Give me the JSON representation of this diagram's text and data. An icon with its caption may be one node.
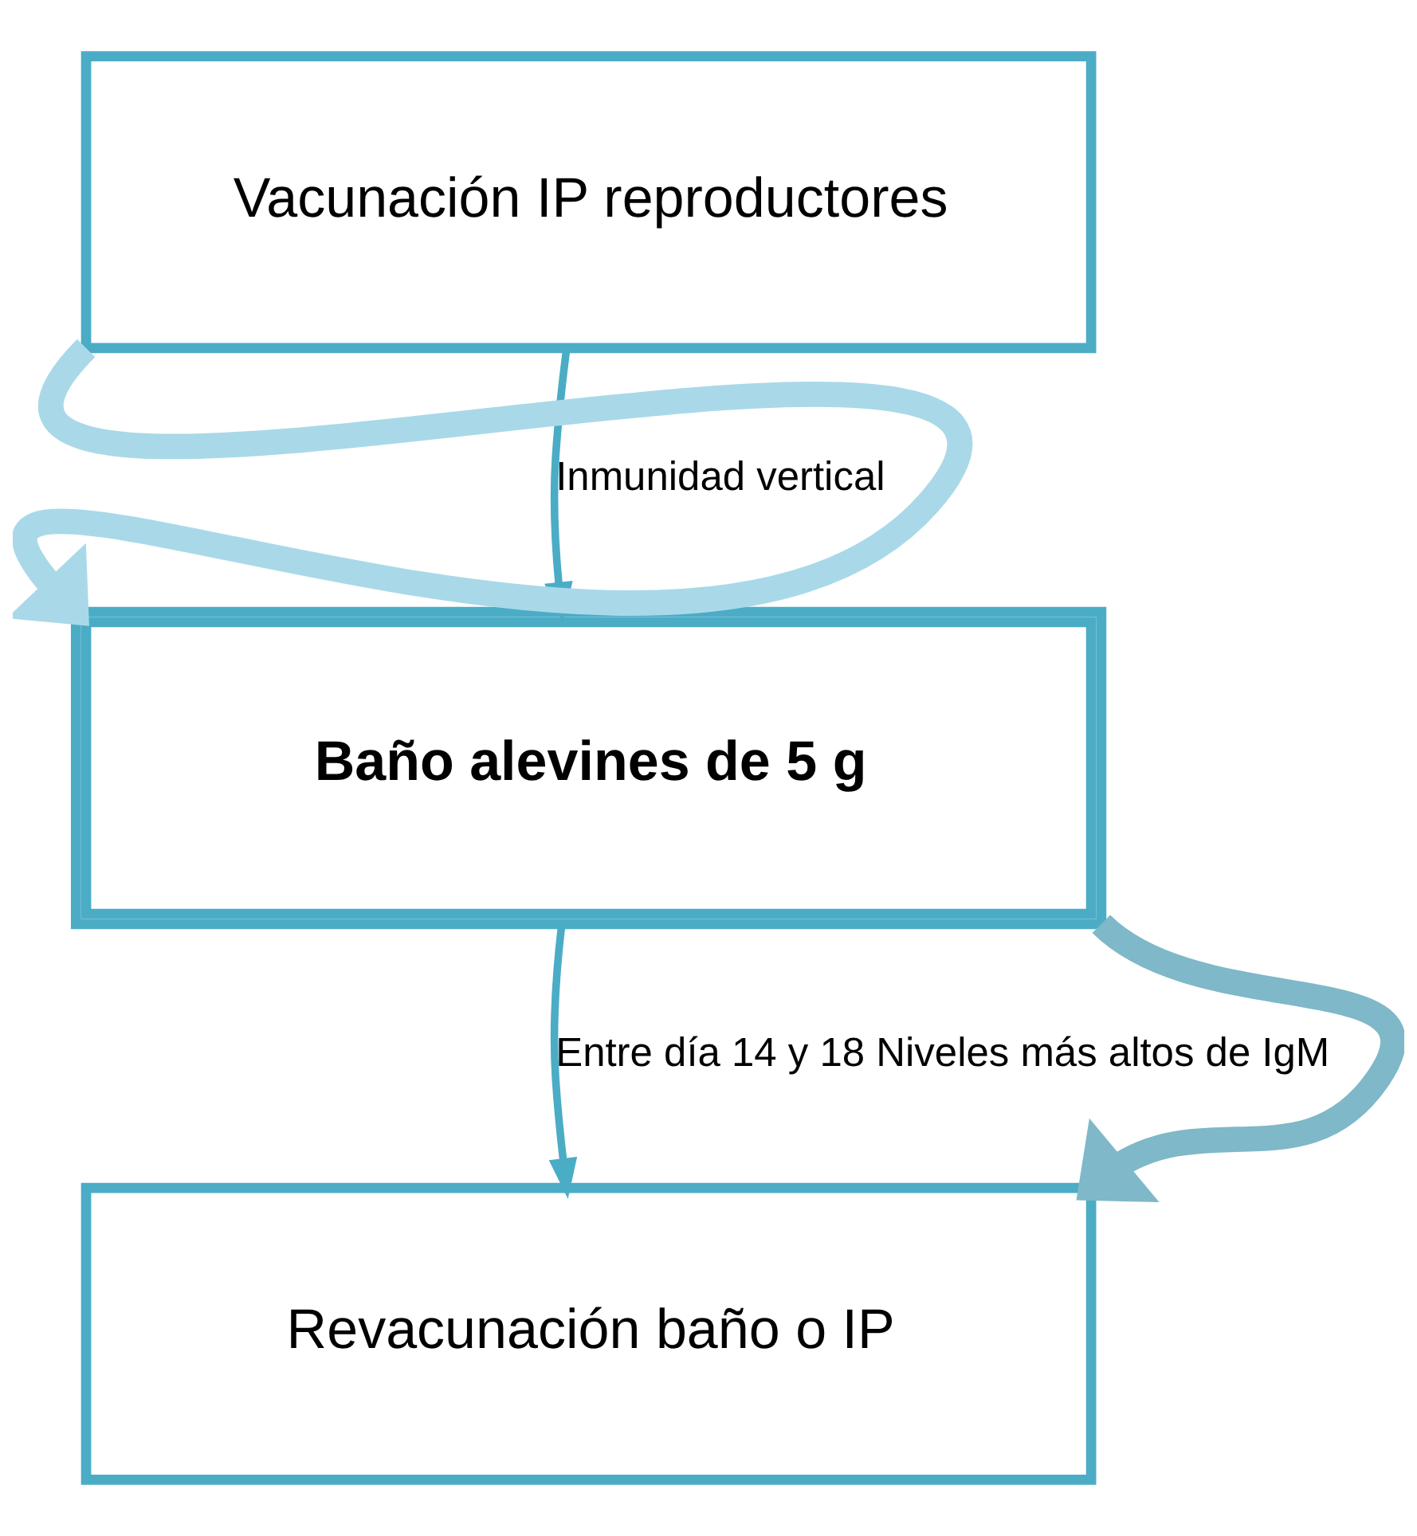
{
  "diagram": {
    "nodes": [
      {
        "text": [
          "Vacunación IP reproductores"
        ]
      },
      {
        "text": [
          "Baño alevines de 5 g"
        ]
      },
      {
        "text": [
          "Revacunación baño o IP"
        ]
      }
    ],
    "edges": [
      {
        "from": 0,
        "to": 1,
        "arrow": "to",
        "label": "Inmunidad vertical"
      },
      {
        "from": 1,
        "to": 2,
        "arrow": "to",
        "label": "Entre día 14 y 18 Niveles más altos de IgM"
      },
      {
        "from": 0,
        "to": 1,
        "arrow": "to",
        "style": "thick",
        "color": "#a9d9e8"
      },
      {
        "from": 1,
        "to": 2,
        "arrow": "to",
        "style": "thick",
        "color": "#7fb8c8"
      }
    ]
  }
}
